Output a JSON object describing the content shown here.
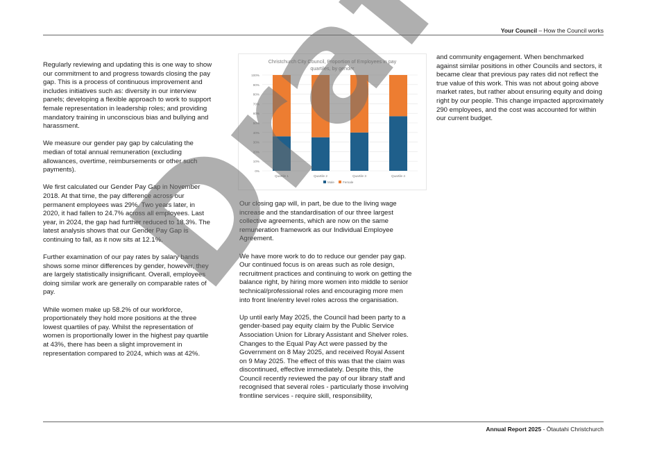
{
  "header": {
    "section_bold": "Your Council",
    "section_rest": " – How the Council works"
  },
  "footer": {
    "report_bold": "Annual Report 2025",
    "report_rest": " - Ōtautahi Christchurch"
  },
  "column1": [
    "Regularly reviewing and updating this is one way to show our commitment to and progress towards closing the pay gap. This is a process of continuous improvement and includes initiatives such as: diversity in our interview panels; developing a flexible approach to work to support female representation in leadership roles; and providing mandatory training in unconscious bias and bullying and harassment.",
    "We measure our gender pay gap by calculating the median of total annual remuneration (excluding allowances, overtime, reimbursements or other such payments).",
    "We first calculated our Gender Pay Gap in November 2018. At that time, the pay difference across our permanent employees was 29%. Two years later, in 2020, it had fallen to 24.7% across all employees. Last year, in 2024, the gap had further reduced to 18.3%. The latest analysis shows that our Gender Pay Gap is continuing to fall, as it now sits at 12.1%.",
    "Further examination of our pay rates by salary bands shows some minor differences by gender, however, they are largely statistically insignificant. Overall, employees doing similar work are generally on comparable rates of pay.",
    "While women make up 58.2% of our workforce, proportionately they hold more positions at the three lowest quartiles of pay. Whilst the representation of women is proportionally lower in the highest pay quartile at 43%, there has been a slight improvement in representation compared to 2024, which was at 42%."
  ],
  "column2": [
    "Our closing gap will, in part, be due to the living wage increase and the standardisation of our three largest collective agreements, which are now on the same remuneration framework as our Individual Employee Agreement.",
    "We have more work to do to reduce our gender pay gap. Our continued focus is on areas such as role design, recruitment practices and continuing to work on getting the balance right, by hiring more women into middle to senior technical/professional roles and encouraging more men into front line/entry level roles across the organisation.",
    "Up until early May 2025, the Council had been party to a gender-based pay equity claim by the Public Service Association Union for Library Assistant and Shelver roles. Changes to the Equal Pay Act were passed by the Government on 8 May 2025, and received Royal Assent on 9 May 2025. The effect of this was that the claim was discontinued, effective immediately. Despite this, the Council recently reviewed the pay of our library staff and recognised that several roles - particularly those involving frontline services - require skill, responsibility,"
  ],
  "column3": [
    "and community engagement. When benchmarked against similar positions in other Councils and sectors, it became clear that previous pay rates did not reflect the true value of this work. This was not about going above market rates, but rather about ensuring equity and doing right by our people. This change impacted approximately 290 employees, and the cost was accounted for within our current budget."
  ],
  "watermark": "Draft",
  "colors": {
    "male": "#1f5f8b",
    "female": "#ed7d31",
    "grid": "#e4e4e4"
  },
  "chart_data": {
    "type": "bar",
    "stacked": true,
    "title": "Christchurch City Council, Proportion of Employees in pay quartiles, by gender",
    "categories": [
      "Quartile 1",
      "Quartile 2",
      "Quartile 3",
      "Quartile 4"
    ],
    "series": [
      {
        "name": "Male",
        "values": [
          36,
          35,
          40,
          57
        ]
      },
      {
        "name": "Female",
        "values": [
          64,
          65,
          60,
          43
        ]
      }
    ],
    "ylim": [
      0,
      100
    ],
    "y_ticks": [
      "0%",
      "10%",
      "20%",
      "30%",
      "40%",
      "50%",
      "60%",
      "70%",
      "80%",
      "90%",
      "100%"
    ],
    "grid": true,
    "legend": "bottom"
  }
}
